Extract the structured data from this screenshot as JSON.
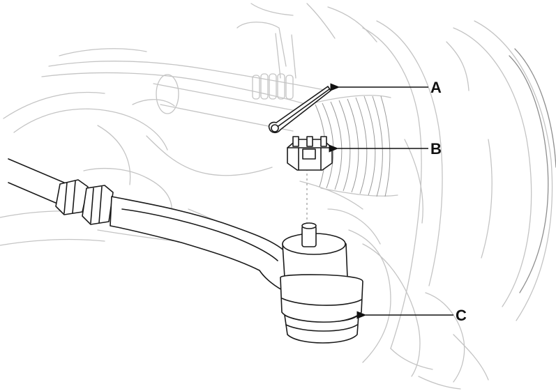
{
  "callouts": {
    "a": "A",
    "b": "B",
    "c": "C"
  },
  "parts": [
    "cotter-pin",
    "castle-nut",
    "tie-rod-end-ball-joint"
  ],
  "colors": {
    "linework": "#1a1a1a",
    "background_parts": "#c4c4c4"
  }
}
